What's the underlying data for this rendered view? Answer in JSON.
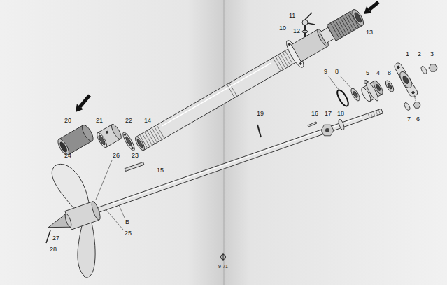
{
  "diagram": {
    "labels": [
      "11",
      "10",
      "12",
      "13",
      "1",
      "2",
      "3",
      "9",
      "8",
      "5",
      "4",
      "8",
      "20",
      "21",
      "22",
      "14",
      "19",
      "16",
      "17",
      "18",
      "7",
      "6",
      "24",
      "26",
      "23",
      "15",
      "B",
      "25",
      "27",
      "28",
      "9-71"
    ]
  }
}
